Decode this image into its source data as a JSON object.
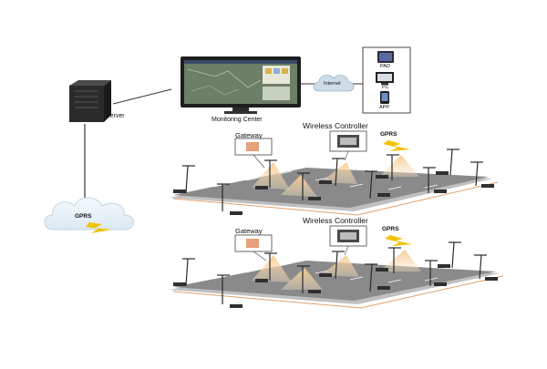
{
  "labels": {
    "server": "Server",
    "monitoring_center": "Monitoring Center",
    "internet": "Internet",
    "pad": "PAD",
    "pc": "PC",
    "app": "APP",
    "gprs_cloud": "GPRS",
    "wireless_controller_top": "Wireless Controller",
    "wireless_controller_bottom": "Wireless Controller",
    "gateway_top": "Gateway",
    "gateway_bottom": "Gateway",
    "gprs_top": "GPRS",
    "gprs_bottom": "GPRS"
  },
  "colors": {
    "road": "#8a8a8a",
    "road_edge": "#c9c9c9",
    "cable": "#e3a06a",
    "light_beam": "#f5c27a",
    "lightning": "#f2c200",
    "cloud": "#e9f2f8",
    "monitor_screen": "#6d7f66"
  }
}
